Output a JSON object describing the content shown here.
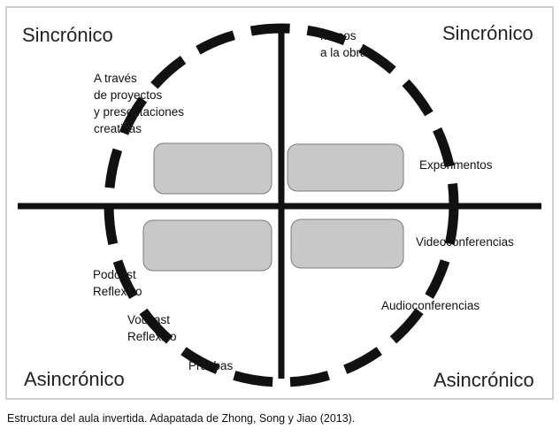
{
  "quadrant_titles": {
    "top_left": "Sincrónico",
    "top_right": "Sincrónico",
    "bottom_left": "Asincrónico",
    "bottom_right": "Asincrónico"
  },
  "activities": {
    "manos": [
      "Manos",
      "a la obra"
    ],
    "proyectos": [
      "A través",
      "de proyectos",
      "y presentaciones",
      "creativas"
    ],
    "experimentos": [
      "Experimentos"
    ],
    "videoconferencias": [
      "Videoconferencias"
    ],
    "audioconferencias": [
      "Audioconferencias"
    ],
    "podcast": [
      "Podcast",
      "Reflexivo"
    ],
    "vodcast": [
      "Vodcast",
      "Reflexivo"
    ],
    "pruebas": [
      "Pruebas"
    ]
  },
  "caption": "Estructura del aula invertida. Adapatada de Zhong, Song y Jiao (2013).",
  "colors": {
    "line": "#111111",
    "box_fill": "#c8c8c8",
    "box_stroke": "#7a7a7a",
    "frame": "#cfcfcf"
  }
}
